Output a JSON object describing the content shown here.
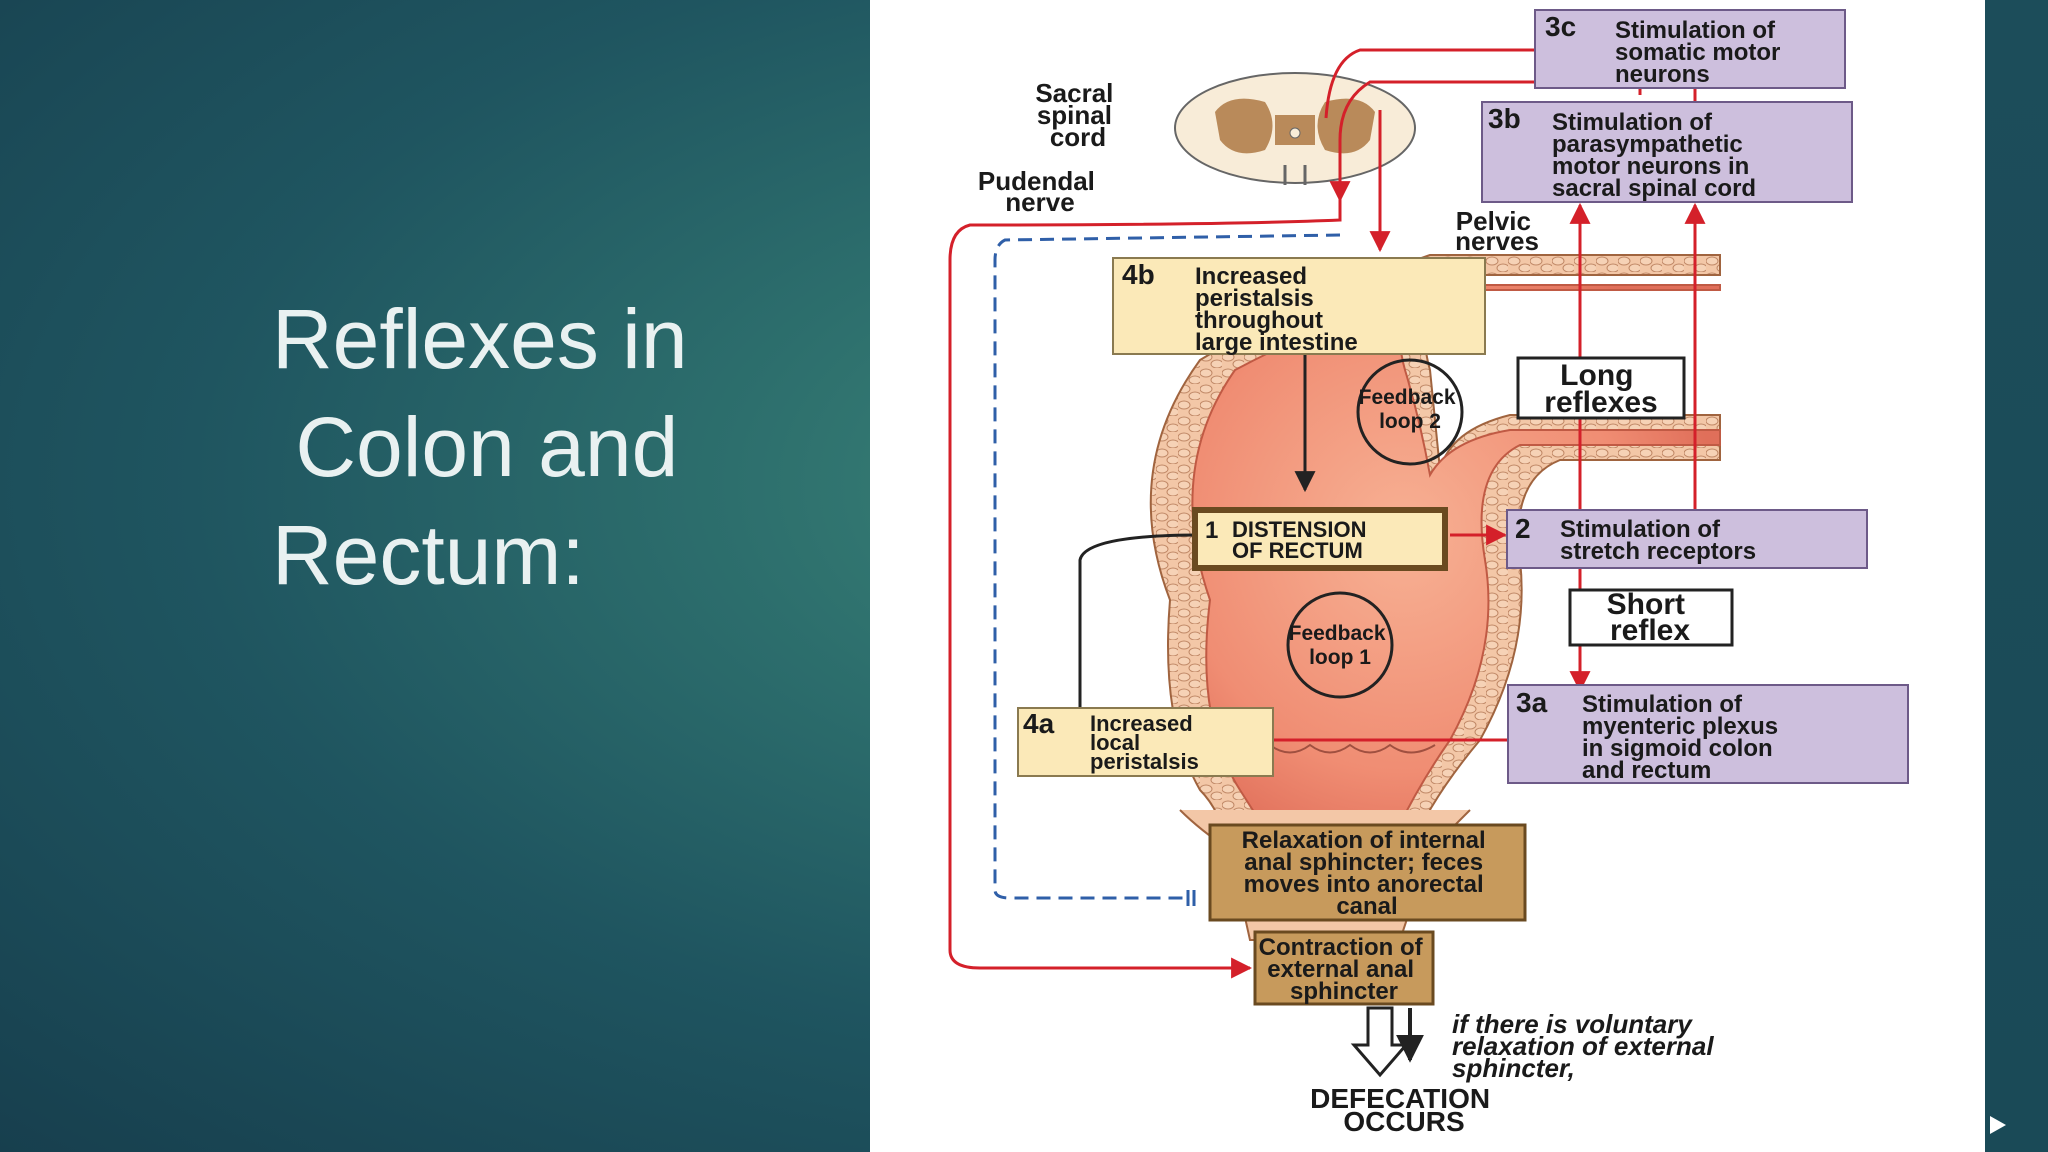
{
  "slide": {
    "title_lines": [
      "Reflexes in",
      " Colon and",
      "Rectum:"
    ]
  },
  "diagram": {
    "labels": {
      "sacral_cord": [
        "Sacral",
        "spinal",
        "cord"
      ],
      "pudendal": [
        "Pudendal",
        "nerve"
      ],
      "pelvic": [
        "Pelvic",
        "nerves"
      ],
      "long_reflexes": [
        "Long",
        "reflexes"
      ],
      "short_reflex": [
        "Short",
        "reflex"
      ],
      "feedback2": [
        "Feedback",
        "loop 2"
      ],
      "feedback1": [
        "Feedback",
        "loop 1"
      ],
      "defecation": [
        "DEFECATION",
        "OCCURS"
      ],
      "voluntary": [
        "if there is voluntary",
        "relaxation of external",
        "sphincter,"
      ]
    },
    "boxes": {
      "b3c": {
        "num": "3c",
        "lines": [
          "Stimulation of",
          "somatic motor",
          "neurons"
        ]
      },
      "b3b": {
        "num": "3b",
        "lines": [
          "Stimulation of",
          "parasympathetic",
          "motor neurons in",
          "sacral spinal cord"
        ]
      },
      "b4b": {
        "num": "4b",
        "lines": [
          "Increased",
          "peristalsis",
          "throughout",
          "large intestine"
        ]
      },
      "b1": {
        "num": "1",
        "lines": [
          "DISTENSION",
          "OF RECTUM"
        ]
      },
      "b2": {
        "num": "2",
        "lines": [
          "Stimulation of",
          "stretch receptors"
        ]
      },
      "b3a": {
        "num": "3a",
        "lines": [
          "Stimulation of",
          "myenteric plexus",
          "in sigmoid colon",
          "and rectum"
        ]
      },
      "b4a": {
        "num": "4a",
        "lines": [
          "Increased",
          "local",
          "peristalsis"
        ]
      },
      "internal": {
        "lines": [
          "Relaxation of internal",
          "anal sphincter; feces",
          "moves into anorectal",
          "canal"
        ]
      },
      "external": {
        "lines": [
          "Contraction of",
          "external anal",
          "sphincter"
        ]
      }
    },
    "colors": {
      "purple_box": "#cdbfdd",
      "yellow_box": "#fbe9b8",
      "brown_box": "#c79a5c",
      "colon_fill": "#f2977c",
      "nerve_red": "#d4202a",
      "dashed_blue": "#2f5fa8"
    }
  }
}
